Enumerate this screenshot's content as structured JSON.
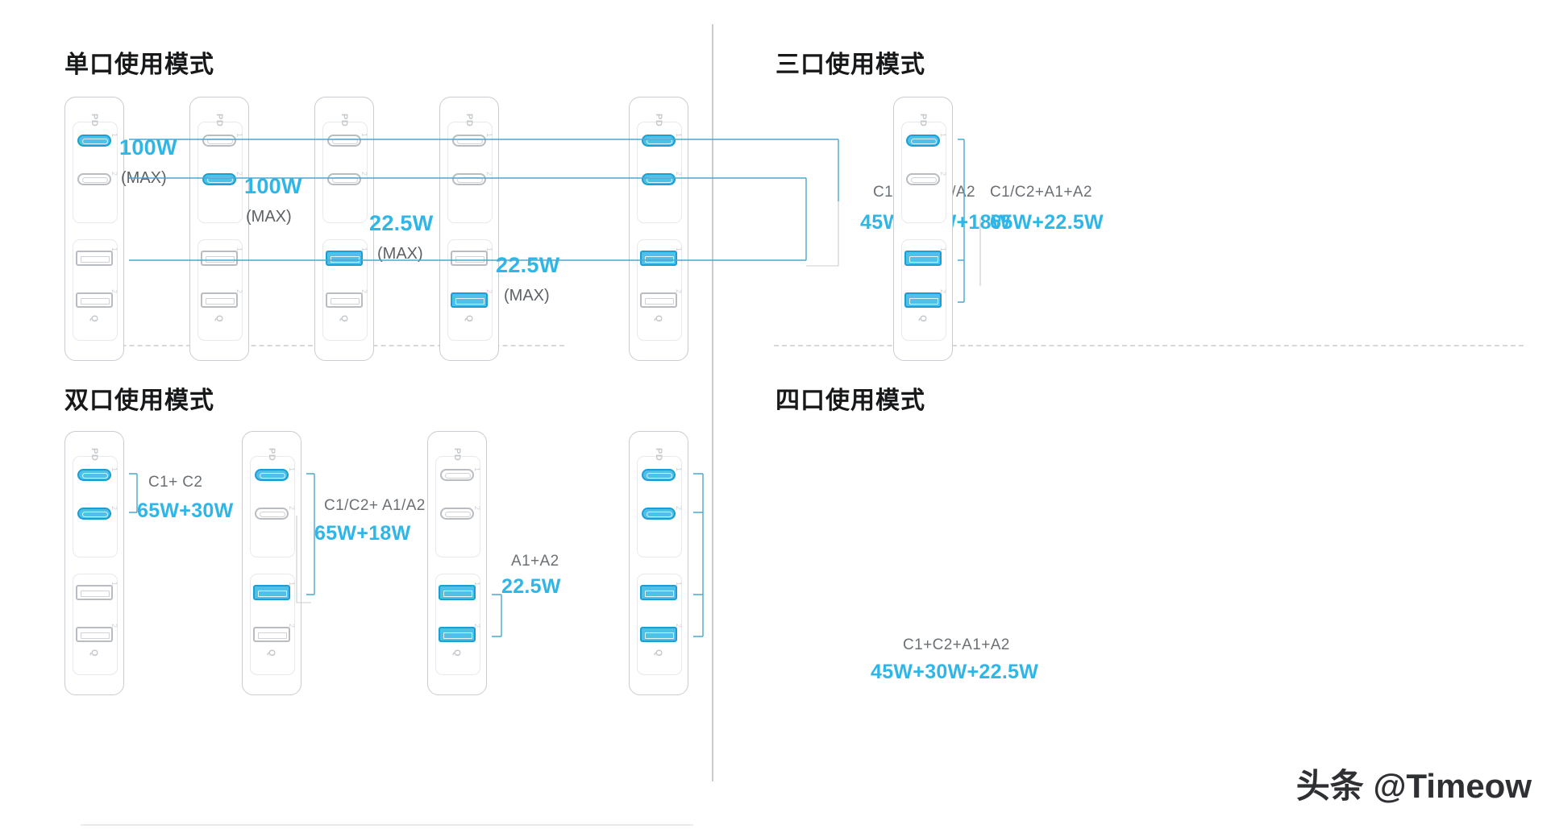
{
  "sections": [
    {
      "id": "single",
      "title": "单口使用模式"
    },
    {
      "id": "triple",
      "title": "三口使用模式"
    },
    {
      "id": "dual",
      "title": "双口使用模式"
    },
    {
      "id": "quad",
      "title": "四口使用模式"
    }
  ],
  "port_marks": {
    "pd": "PD",
    "qc": "Q",
    "i1": "1",
    "i2": "2"
  },
  "colors": {
    "accent": "#2eb6e8",
    "port_active": "#4fc0e8",
    "port_border": "#b9bcc0",
    "title": "#17181a",
    "label_gray": "#6b7075"
  },
  "single_mode": {
    "items": [
      {
        "active": [
          "C1"
        ],
        "power": "100W",
        "note": "(MAX)"
      },
      {
        "active": [
          "C2"
        ],
        "power": "100W",
        "note": "(MAX)"
      },
      {
        "active": [
          "A1"
        ],
        "power": "22.5W",
        "note": "(MAX)"
      },
      {
        "active": [
          "A2"
        ],
        "power": "22.5W",
        "note": "(MAX)"
      }
    ]
  },
  "dual_mode": {
    "items": [
      {
        "active": [
          "C1",
          "C2"
        ],
        "combo": "C1+ C2",
        "power": "65W+30W"
      },
      {
        "active": [
          "C1",
          "A1"
        ],
        "combo": "C1/C2+ A1/A2",
        "power": "65W+18W"
      },
      {
        "active": [
          "A1",
          "A2"
        ],
        "combo": "A1+A2",
        "power": "22.5W"
      }
    ]
  },
  "triple_mode": {
    "items": [
      {
        "active": [
          "C1",
          "C2",
          "A1"
        ],
        "combo": "C1+C2+A1/A2",
        "power": "45W+30W+18W"
      },
      {
        "active": [
          "C1",
          "A1",
          "A2"
        ],
        "combo": "C1/C2+A1+A2",
        "power": "65W+22.5W"
      }
    ]
  },
  "quad_mode": {
    "items": [
      {
        "active": [
          "C1",
          "C2",
          "A1",
          "A2"
        ],
        "combo": "C1+C2+A1+A2",
        "power": "45W+30W+22.5W"
      }
    ]
  },
  "watermark": {
    "text": "头条 @Timeow"
  }
}
